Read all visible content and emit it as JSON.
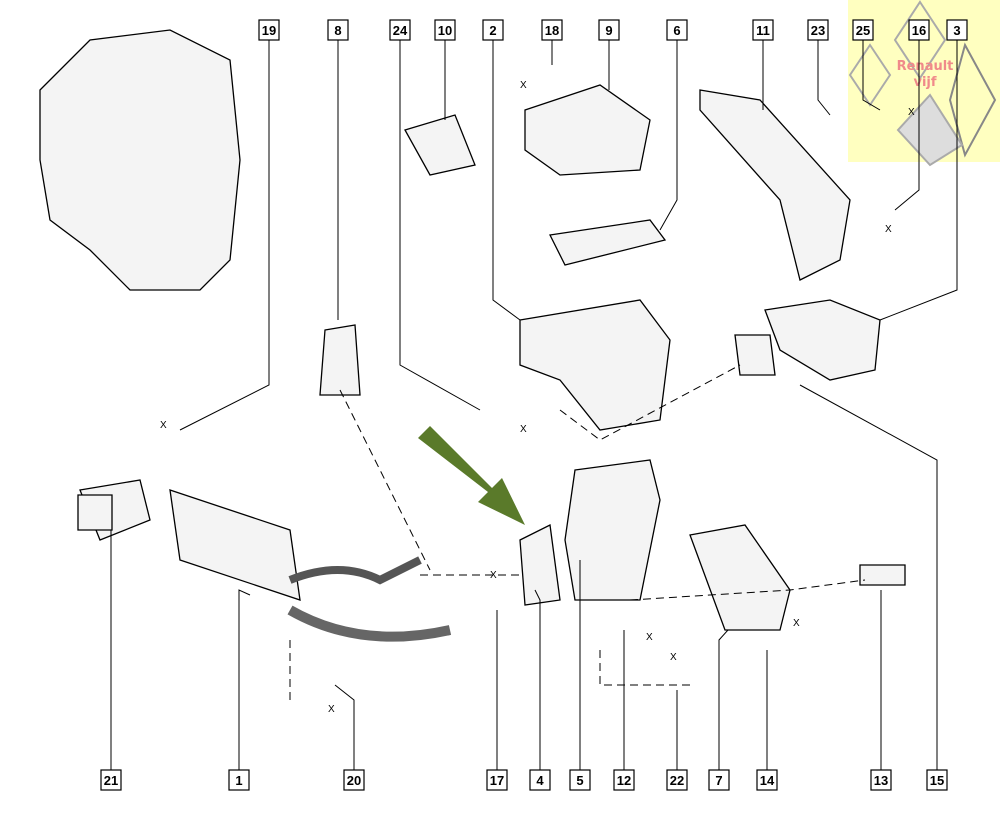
{
  "diagram": {
    "watermark": {
      "line1": "Renault",
      "line2": "vijf",
      "background": "#ffffc0",
      "text_color": "#f08a8a"
    },
    "highlight_arrow_color": "#5a7a2a",
    "dimension_marker": "X",
    "top_callouts": [
      "19",
      "8",
      "24",
      "10",
      "2",
      "18",
      "9",
      "6",
      "11",
      "23",
      "25",
      "16",
      "3"
    ],
    "bottom_callouts": [
      "21",
      "1",
      "20",
      "17",
      "4",
      "5",
      "12",
      "22",
      "7",
      "14",
      "13",
      "15"
    ]
  }
}
